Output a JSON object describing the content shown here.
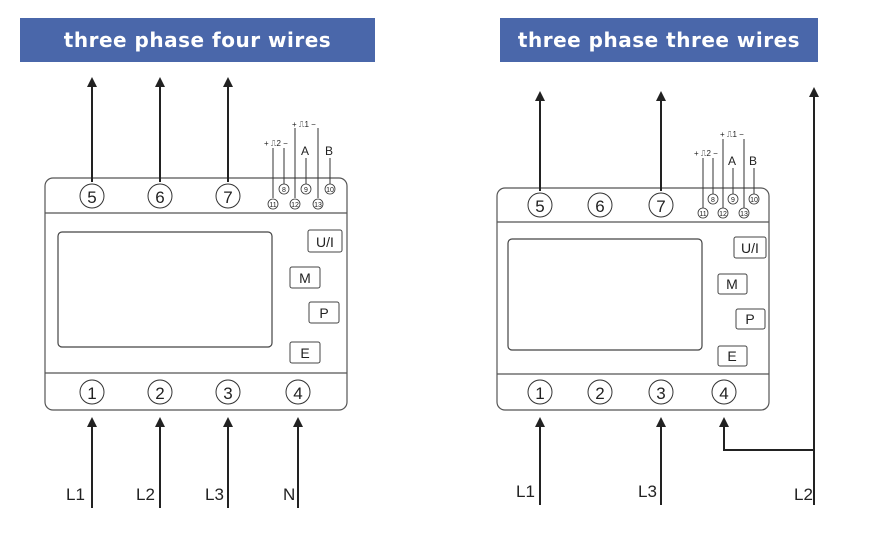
{
  "panels": {
    "left": {
      "title": "three phase four wires",
      "top_terminals": [
        "5",
        "6",
        "7"
      ],
      "bottom_terminals": [
        "1",
        "2",
        "3",
        "4"
      ],
      "line_labels": [
        "L1",
        "L2",
        "L3",
        "N"
      ],
      "pulse_terminals": {
        "top_row": [
          "8",
          "9",
          "10"
        ],
        "bottom_row": [
          "11",
          "12",
          "13"
        ]
      },
      "pulse_labels": {
        "p2": "+ ⎍2 −",
        "p1": "+ ⎍1 −",
        "a": "A",
        "b": "B"
      },
      "buttons": [
        "U/I",
        "M",
        "P",
        "E"
      ]
    },
    "right": {
      "title": "three phase three wires",
      "top_terminals": [
        "5",
        "6",
        "7"
      ],
      "bottom_terminals": [
        "1",
        "2",
        "3",
        "4"
      ],
      "line_labels": [
        "L1",
        "L3",
        "L2"
      ],
      "pulse_terminals": {
        "top_row": [
          "8",
          "9",
          "10"
        ],
        "bottom_row": [
          "11",
          "12",
          "13"
        ]
      },
      "pulse_labels": {
        "p2": "+ ⎍2 −",
        "p1": "+ ⎍1 −",
        "a": "A",
        "b": "B"
      },
      "buttons": [
        "U/I",
        "M",
        "P",
        "E"
      ]
    }
  },
  "colors": {
    "banner": "#4a67aa",
    "banner_text": "#ffffff",
    "line": "#222222"
  }
}
